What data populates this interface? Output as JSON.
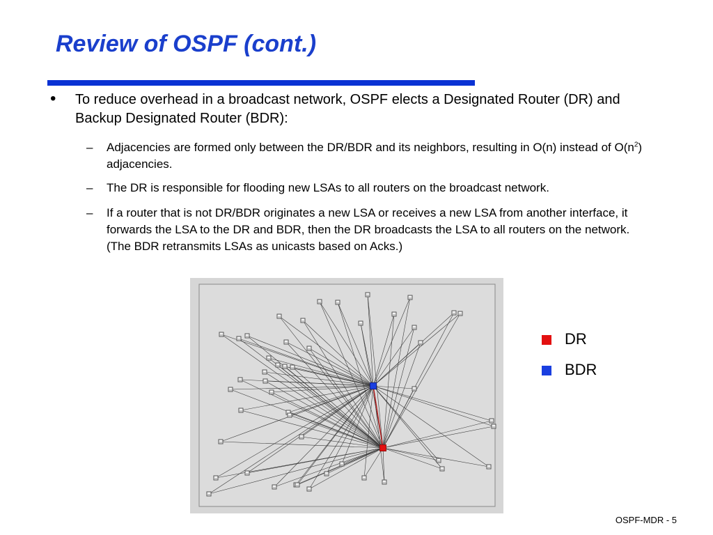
{
  "slide": {
    "title": "Review of OSPF (cont.)",
    "footer": "OSPF-MDR - 5"
  },
  "content": {
    "bullet_marker": "•",
    "bullet": "To reduce overhead in a broadcast network, OSPF elects a Designated Router (DR) and Backup Designated Router (BDR):",
    "sub_marker": "–",
    "sub1_pre": "Adjacencies are formed only between the DR/BDR and its neighbors, resulting in O(n) instead of O(n",
    "sub1_sup": "2",
    "sub1_post": ") adjacencies.",
    "sub2": "The DR is responsible for flooding new LSAs to all routers on the broadcast network.",
    "sub3": "If a router that is not DR/BDR originates a new LSA or receives a new LSA from another interface, it forwards the LSA to the DR and BDR, then the DR broadcasts the LSA to all routers on the network.  (The BDR retransmits LSAs as unicasts based on Acks.)"
  },
  "legend": [
    {
      "label": "DR",
      "color": "#e31010"
    },
    {
      "label": "BDR",
      "color": "#1a3fe0"
    }
  ],
  "colors": {
    "title": "#1a3fcc",
    "rule": "#0a32d4",
    "dr_node": "#e31010",
    "bdr_node": "#1a3fe0",
    "dr_bdr_link": "#b02020"
  }
}
